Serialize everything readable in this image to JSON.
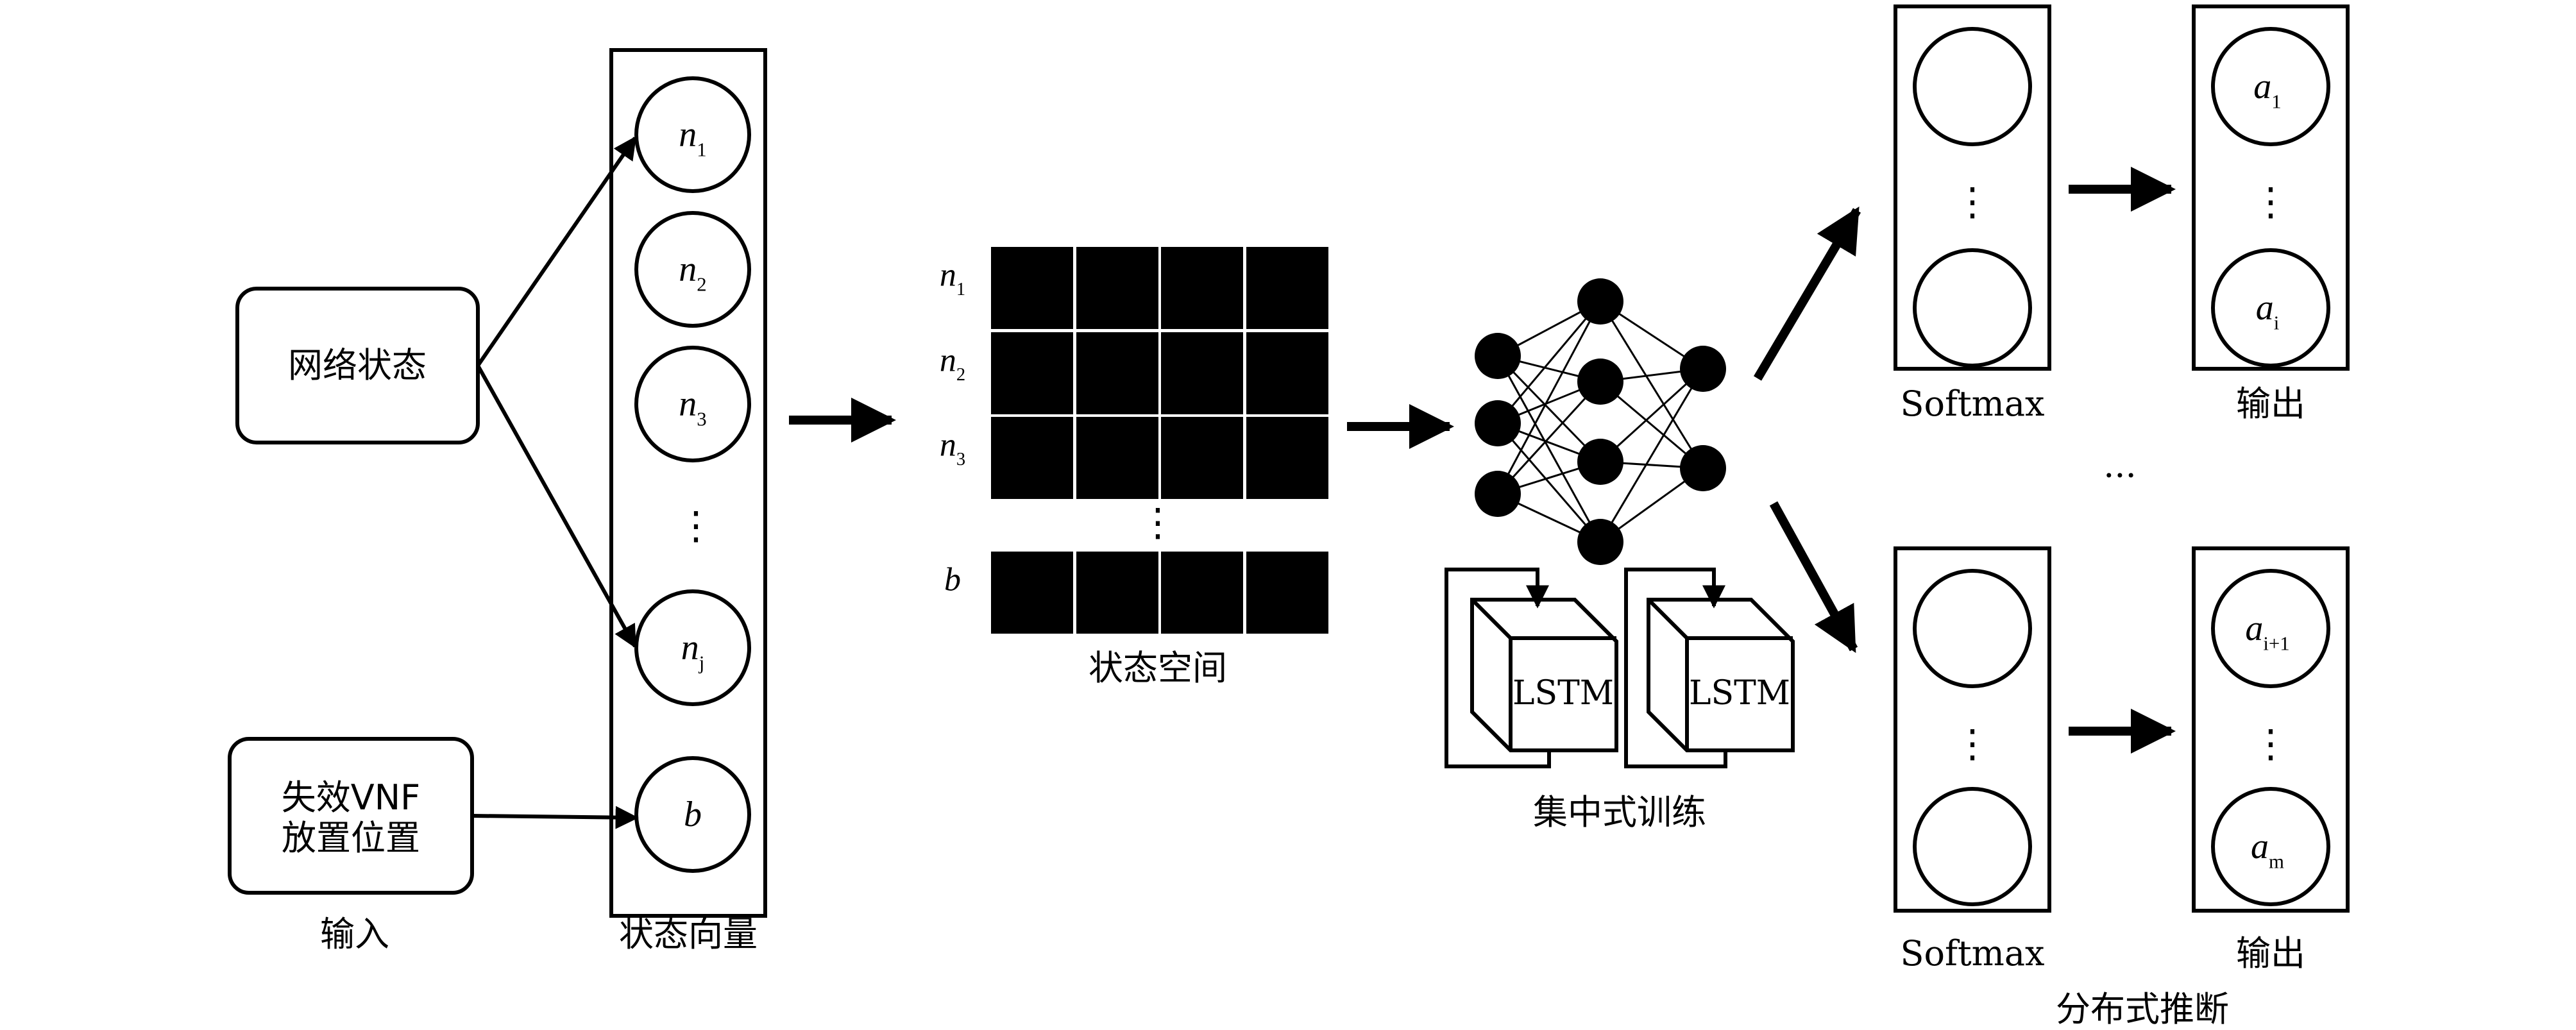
{
  "inputs": {
    "network_state": "网络状态",
    "failed_vnf_line1": "失效VNF",
    "failed_vnf_line2": "放置位置",
    "caption": "输入"
  },
  "state_vector": {
    "caption": "状态向量",
    "nodes": [
      {
        "base": "n",
        "sub": "1"
      },
      {
        "base": "n",
        "sub": "2"
      },
      {
        "base": "n",
        "sub": "3"
      },
      {
        "base": "⋮",
        "sub": ""
      },
      {
        "base": "n",
        "sub": "j"
      },
      {
        "base": "b",
        "sub": ""
      }
    ]
  },
  "state_space": {
    "caption": "状态空间",
    "row_labels": [
      {
        "base": "n",
        "sub": "1"
      },
      {
        "base": "n",
        "sub": "2"
      },
      {
        "base": "n",
        "sub": "3"
      },
      {
        "base": "b",
        "sub": ""
      }
    ],
    "vdots": "⋮"
  },
  "training": {
    "caption": "集中式训练",
    "lstm_labels": [
      "LSTM",
      "LSTM"
    ]
  },
  "inference": {
    "caption": "分布式推断",
    "softmax_label_top": "Softmax",
    "softmax_label_bottom": "Softmax",
    "output_label_top": "输出",
    "output_label_bottom": "输出",
    "between_groups": "···",
    "vdots": "⋮",
    "outputs_top": [
      {
        "base": "a",
        "sub": "1"
      },
      {
        "base": "a",
        "sub": "i"
      }
    ],
    "outputs_bottom": [
      {
        "base": "a",
        "sub": "i+1"
      },
      {
        "base": "a",
        "sub": "m"
      }
    ]
  }
}
